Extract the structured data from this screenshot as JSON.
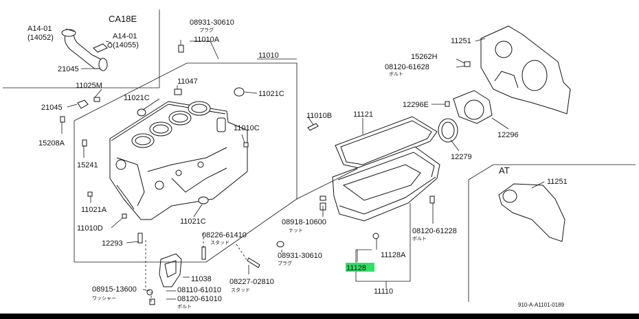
{
  "sections": {
    "ca18e": "CA18E",
    "at": "AT"
  },
  "labels": {
    "l_08931_30610_a": "08931-30610",
    "l_plug_a": "プラグ",
    "l_11010a": "11010A",
    "l_a14_01_left": "A14-01",
    "l_14052": "(14052)",
    "l_a14_01_right": "A14-01",
    "l_14055": "(14055)",
    "l_21045_top": "21045",
    "l_11010": "11010",
    "l_11025m": "11025M",
    "l_11047": "11047",
    "l_11021c_top": "11021C",
    "l_11021c_right": "11021C",
    "l_21045_mid": "21045",
    "l_15208a": "15208A",
    "l_15241": "15241",
    "l_11010b": "11010B",
    "l_11010c": "11010C",
    "l_11021a": "11021A",
    "l_11010d": "11010D",
    "l_11021c_bottom": "11021C",
    "l_12293": "12293",
    "l_08226_61410": "08226-61410",
    "l_stud_a": "スタッド",
    "l_08931_30610_b": "08931-30610",
    "l_plug_b": "プラグ",
    "l_11038": "11038",
    "l_08227_02810": "08227-02810",
    "l_stud_b": "スタッド",
    "l_08915_13600": "08915-13600",
    "l_washer": "ワッシャー",
    "l_08110_61010": "08110-61010",
    "l_08120_61010": "08120-61010",
    "l_bolt_a": "ボルト",
    "l_11121": "11121",
    "l_08918_10600": "08918-10600",
    "l_nut": "ナット",
    "l_11128": "11128",
    "l_11128a": "11128A",
    "l_11110": "11110",
    "l_08120_61228": "08120-61228",
    "l_bolt_b": "ボルト",
    "l_11251_top": "11251",
    "l_15262h": "15262H",
    "l_08120_61628": "08120-61628",
    "l_bolt_c": "ボルト",
    "l_12296e": "12296E",
    "l_12296": "12296",
    "l_12279": "12279",
    "l_11251_at": "11251",
    "ref_code": "910-A-A1101-0189"
  },
  "colors": {
    "highlight": "#33dd66",
    "line": "#111111",
    "background": "#ffffff"
  }
}
